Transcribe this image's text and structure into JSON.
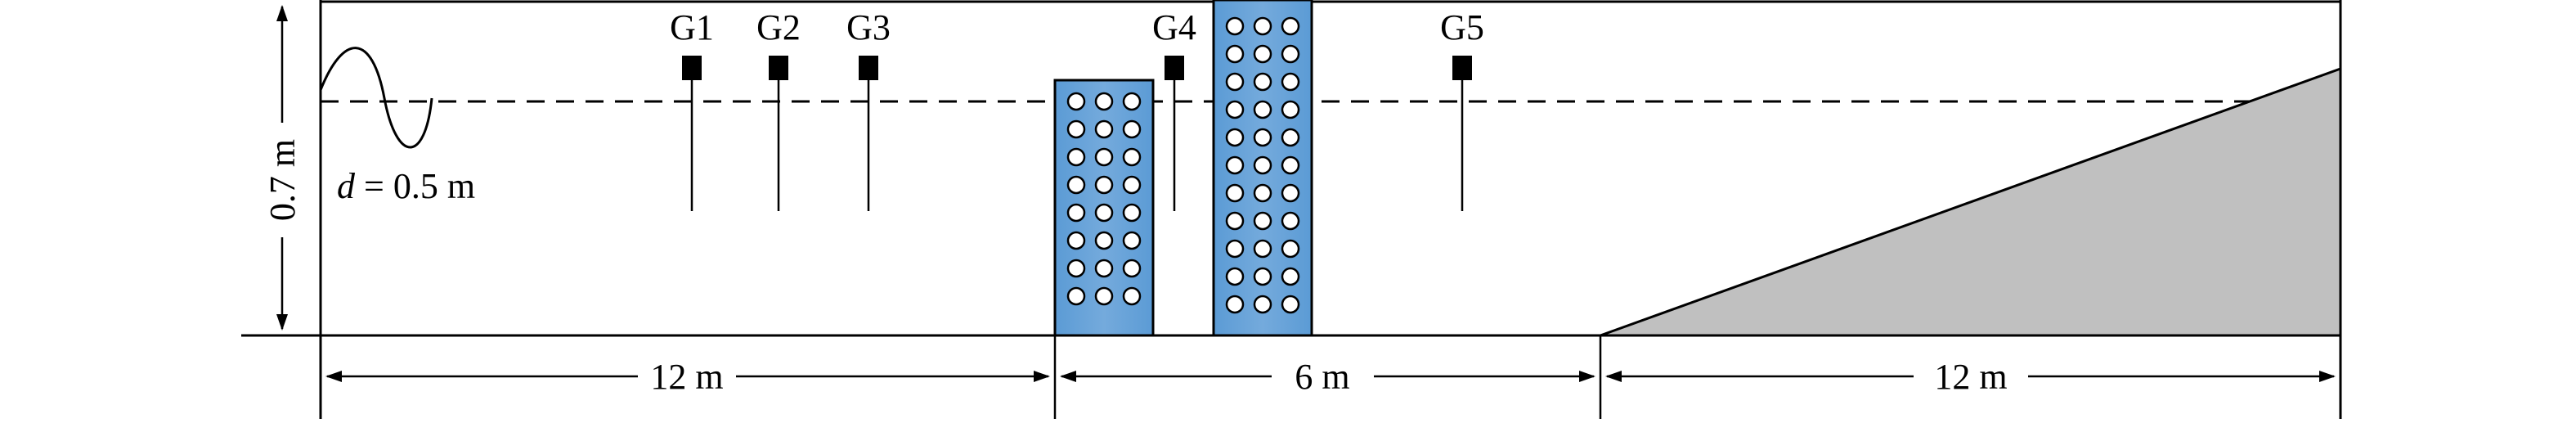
{
  "flume": {
    "height_label": "0.7 m",
    "water_depth_prefix": "d",
    "water_depth_value": " = 0.5 m"
  },
  "gauges": [
    {
      "id": "g1",
      "label": "G1"
    },
    {
      "id": "g2",
      "label": "G2"
    },
    {
      "id": "g3",
      "label": "G3"
    },
    {
      "id": "g4",
      "label": "G4"
    },
    {
      "id": "g5",
      "label": "G5"
    }
  ],
  "dimensions": {
    "left_span": "12 m",
    "middle_span": "6 m",
    "right_span": "12 m"
  },
  "colors": {
    "breakwater_fill": "#5b9bd5",
    "breakwater_light": "#a8cbe8",
    "slope_fill": "#c0c0c0",
    "line": "#000000"
  }
}
